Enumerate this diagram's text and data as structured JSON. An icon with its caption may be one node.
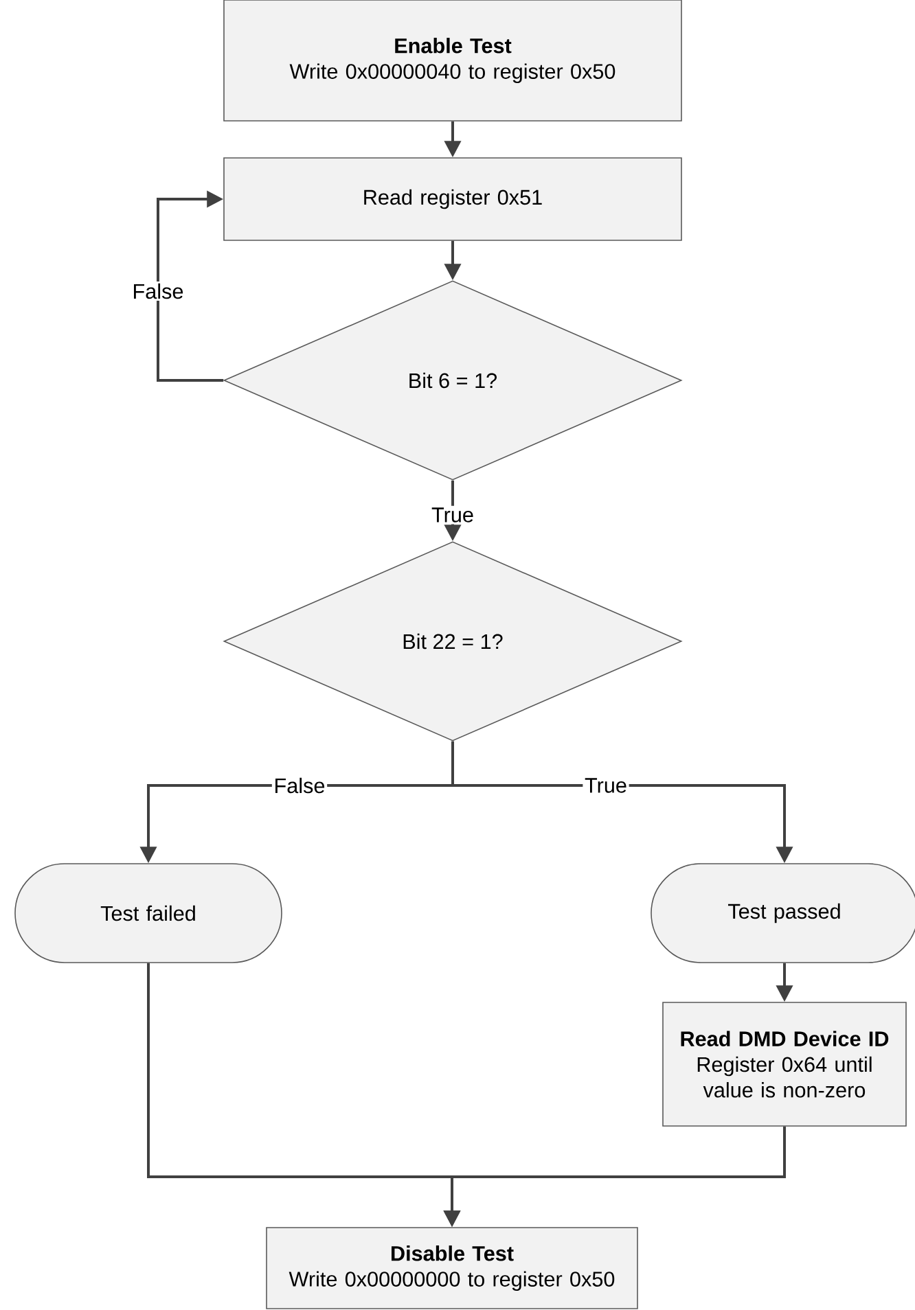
{
  "diagram": {
    "nodes": [
      {
        "text": [
          "Enable Test",
          "Write 0x00000040 to register 0x50"
        ]
      },
      {
        "text": [
          "Read register 0x51"
        ]
      },
      {
        "text": [
          "Bit 6 = 1?"
        ]
      },
      {
        "text": [
          "Bit 22 = 1?"
        ]
      },
      {
        "text": [
          "Test failed"
        ]
      },
      {
        "text": [
          "Test passed"
        ]
      },
      {
        "text": [
          "Read DMD Device ID",
          "Register 0x64 until value is non-zero"
        ]
      },
      {
        "text": [
          "Disable Test",
          "Write 0x00000000 to register 0x50"
        ]
      }
    ],
    "edges": [
      {
        "from": 0,
        "to": 1,
        "arrow": "to"
      },
      {
        "from": 1,
        "to": 2,
        "arrow": "to"
      },
      {
        "from": 2,
        "to": 1,
        "arrow": "to",
        "label": "False"
      },
      {
        "from": 2,
        "to": 3,
        "arrow": "to",
        "label": "True"
      },
      {
        "from": 3,
        "to": 4,
        "arrow": "to",
        "label": "False"
      },
      {
        "from": 3,
        "to": 5,
        "arrow": "to",
        "label": "True"
      },
      {
        "from": 5,
        "to": 6,
        "arrow": "to"
      },
      {
        "from": 4,
        "to": 7,
        "arrow": "to"
      },
      {
        "from": 6,
        "to": 7,
        "arrow": "to"
      }
    ]
  }
}
